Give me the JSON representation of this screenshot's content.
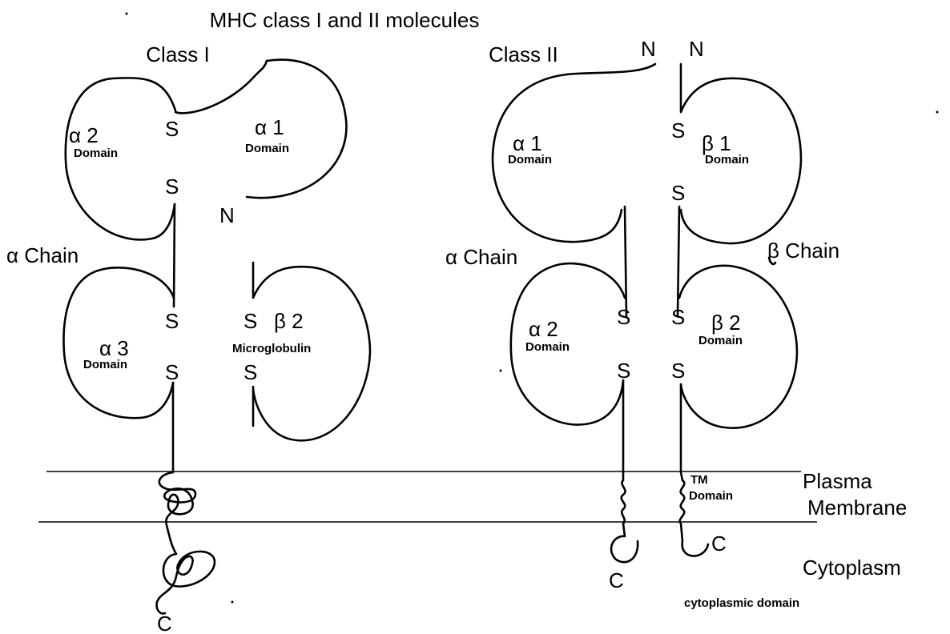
{
  "title": "MHC class I and II molecules",
  "class1": {
    "heading": "Class I",
    "alpha1": "α 1",
    "alpha2": "α 2",
    "alpha3": "α 3",
    "domain_word": "Domain",
    "beta2": "β 2",
    "microglobulin": "Microglobulin",
    "chain": "α Chain",
    "disulfide": "S",
    "n_term": "N",
    "c_term": "C"
  },
  "class2": {
    "heading": "Class II",
    "alpha1": "α 1",
    "alpha2": "α 2",
    "beta1": "β 1",
    "beta2": "β 2",
    "domain_word": "Domain",
    "alpha_chain": "α Chain",
    "beta_chain": "β Chain",
    "disulfide": "S",
    "n_term": "N",
    "c_term": "C",
    "tm_label": "TM",
    "tm_domain": "Domain"
  },
  "membrane": {
    "plasma": "Plasma",
    "membrane": "Membrane",
    "cytoplasm": "Cytoplasm",
    "cytoplasmic_domain": "cytoplasmic domain"
  }
}
